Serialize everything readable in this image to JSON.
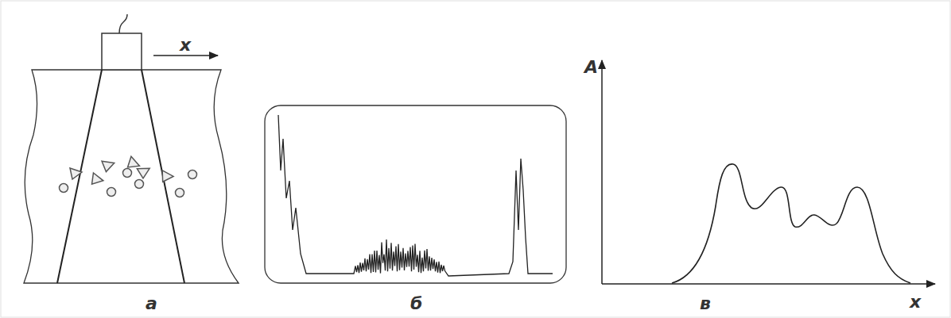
{
  "diagram": {
    "labels": [
      "x",
      "а",
      "б",
      "в",
      "A",
      "x"
    ]
  }
}
